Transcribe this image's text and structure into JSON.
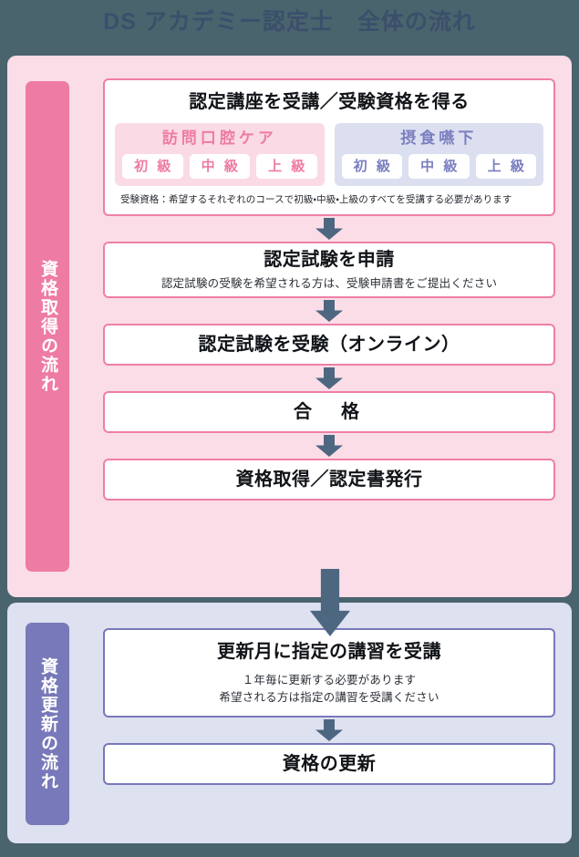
{
  "title": "DS アカデミー認定士　全体の流れ",
  "colors": {
    "background": "#4a646e",
    "title_text": "#3b4f6b",
    "acquire_panel": "#fbdde7",
    "acquire_accent": "#ee7ba3",
    "acquire_border": "#ef7fa7",
    "renew_panel": "#dde1f0",
    "renew_accent": "#7879ba",
    "renew_border": "#7879ba",
    "arrow": "#4e6781"
  },
  "acquire_section": {
    "side_label": "資格取得の流れ",
    "steps": [
      {
        "title": "認定講座を受講／受験資格を得る",
        "courses": [
          {
            "name": "訪問口腔ケア",
            "levels": [
              "初 級",
              "中 級",
              "上 級"
            ]
          },
          {
            "name": "摂食嚥下",
            "levels": [
              "初 級",
              "中 級",
              "上 級"
            ]
          }
        ],
        "note": "受験資格：希望するそれぞれのコースで初級・中級・上級のすべてを受講する必要があります"
      },
      {
        "title": "認定試験を申請",
        "sub": "認定試験の受験を希望される方は、受験申請書をご提出ください"
      },
      {
        "title": "認定試験を受験（オンライン）"
      },
      {
        "title": "合　格"
      },
      {
        "title": "資格取得／認定書発行"
      }
    ]
  },
  "renew_section": {
    "side_label": "資格更新の流れ",
    "steps": [
      {
        "title": "更新月に指定の講習を受講",
        "sub_line1": "１年毎に更新する必要があります",
        "sub_line2": "希望される方は指定の講習を受講ください"
      },
      {
        "title": "資格の更新"
      }
    ]
  },
  "icons": {
    "arrow_down": "down-arrow-icon",
    "arrow_down_large": "down-arrow-large-icon"
  }
}
